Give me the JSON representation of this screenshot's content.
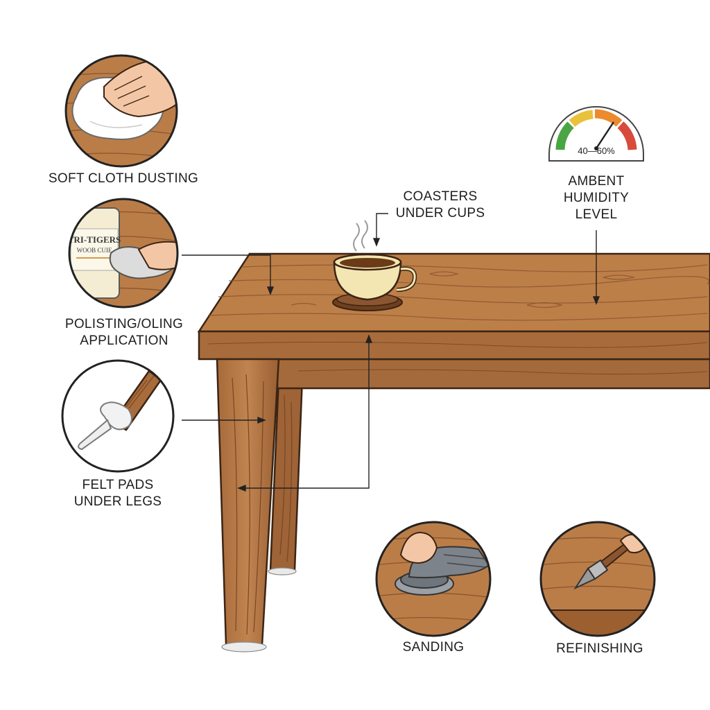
{
  "labels": {
    "soft_cloth": "SOFT CLOTH DUSTING",
    "polishing": [
      "POLISTING/OLING",
      "APPLICATION"
    ],
    "felt_pads": [
      "FELT PADS",
      "UNDER LEGS"
    ],
    "coasters": [
      "COASTERS",
      "UNDER CUPS"
    ],
    "humidity": [
      "AMBENT",
      "HUMIDITY",
      "LEVEL"
    ],
    "sanding": "SANDING",
    "refinishing": "REFINISHING"
  },
  "gauge": {
    "text": "40—60%"
  },
  "bottle": {
    "line1": "TRI-TIGERS",
    "line2": "WOOB CUIE"
  },
  "colors": {
    "wood": "#b97a45",
    "wood_dark": "#8a5530",
    "outline": "#3b2414",
    "gauge_green": "#4aa544",
    "gauge_yellow": "#e9c13b",
    "gauge_orange": "#ec8a2e",
    "gauge_red": "#d84a3c"
  }
}
